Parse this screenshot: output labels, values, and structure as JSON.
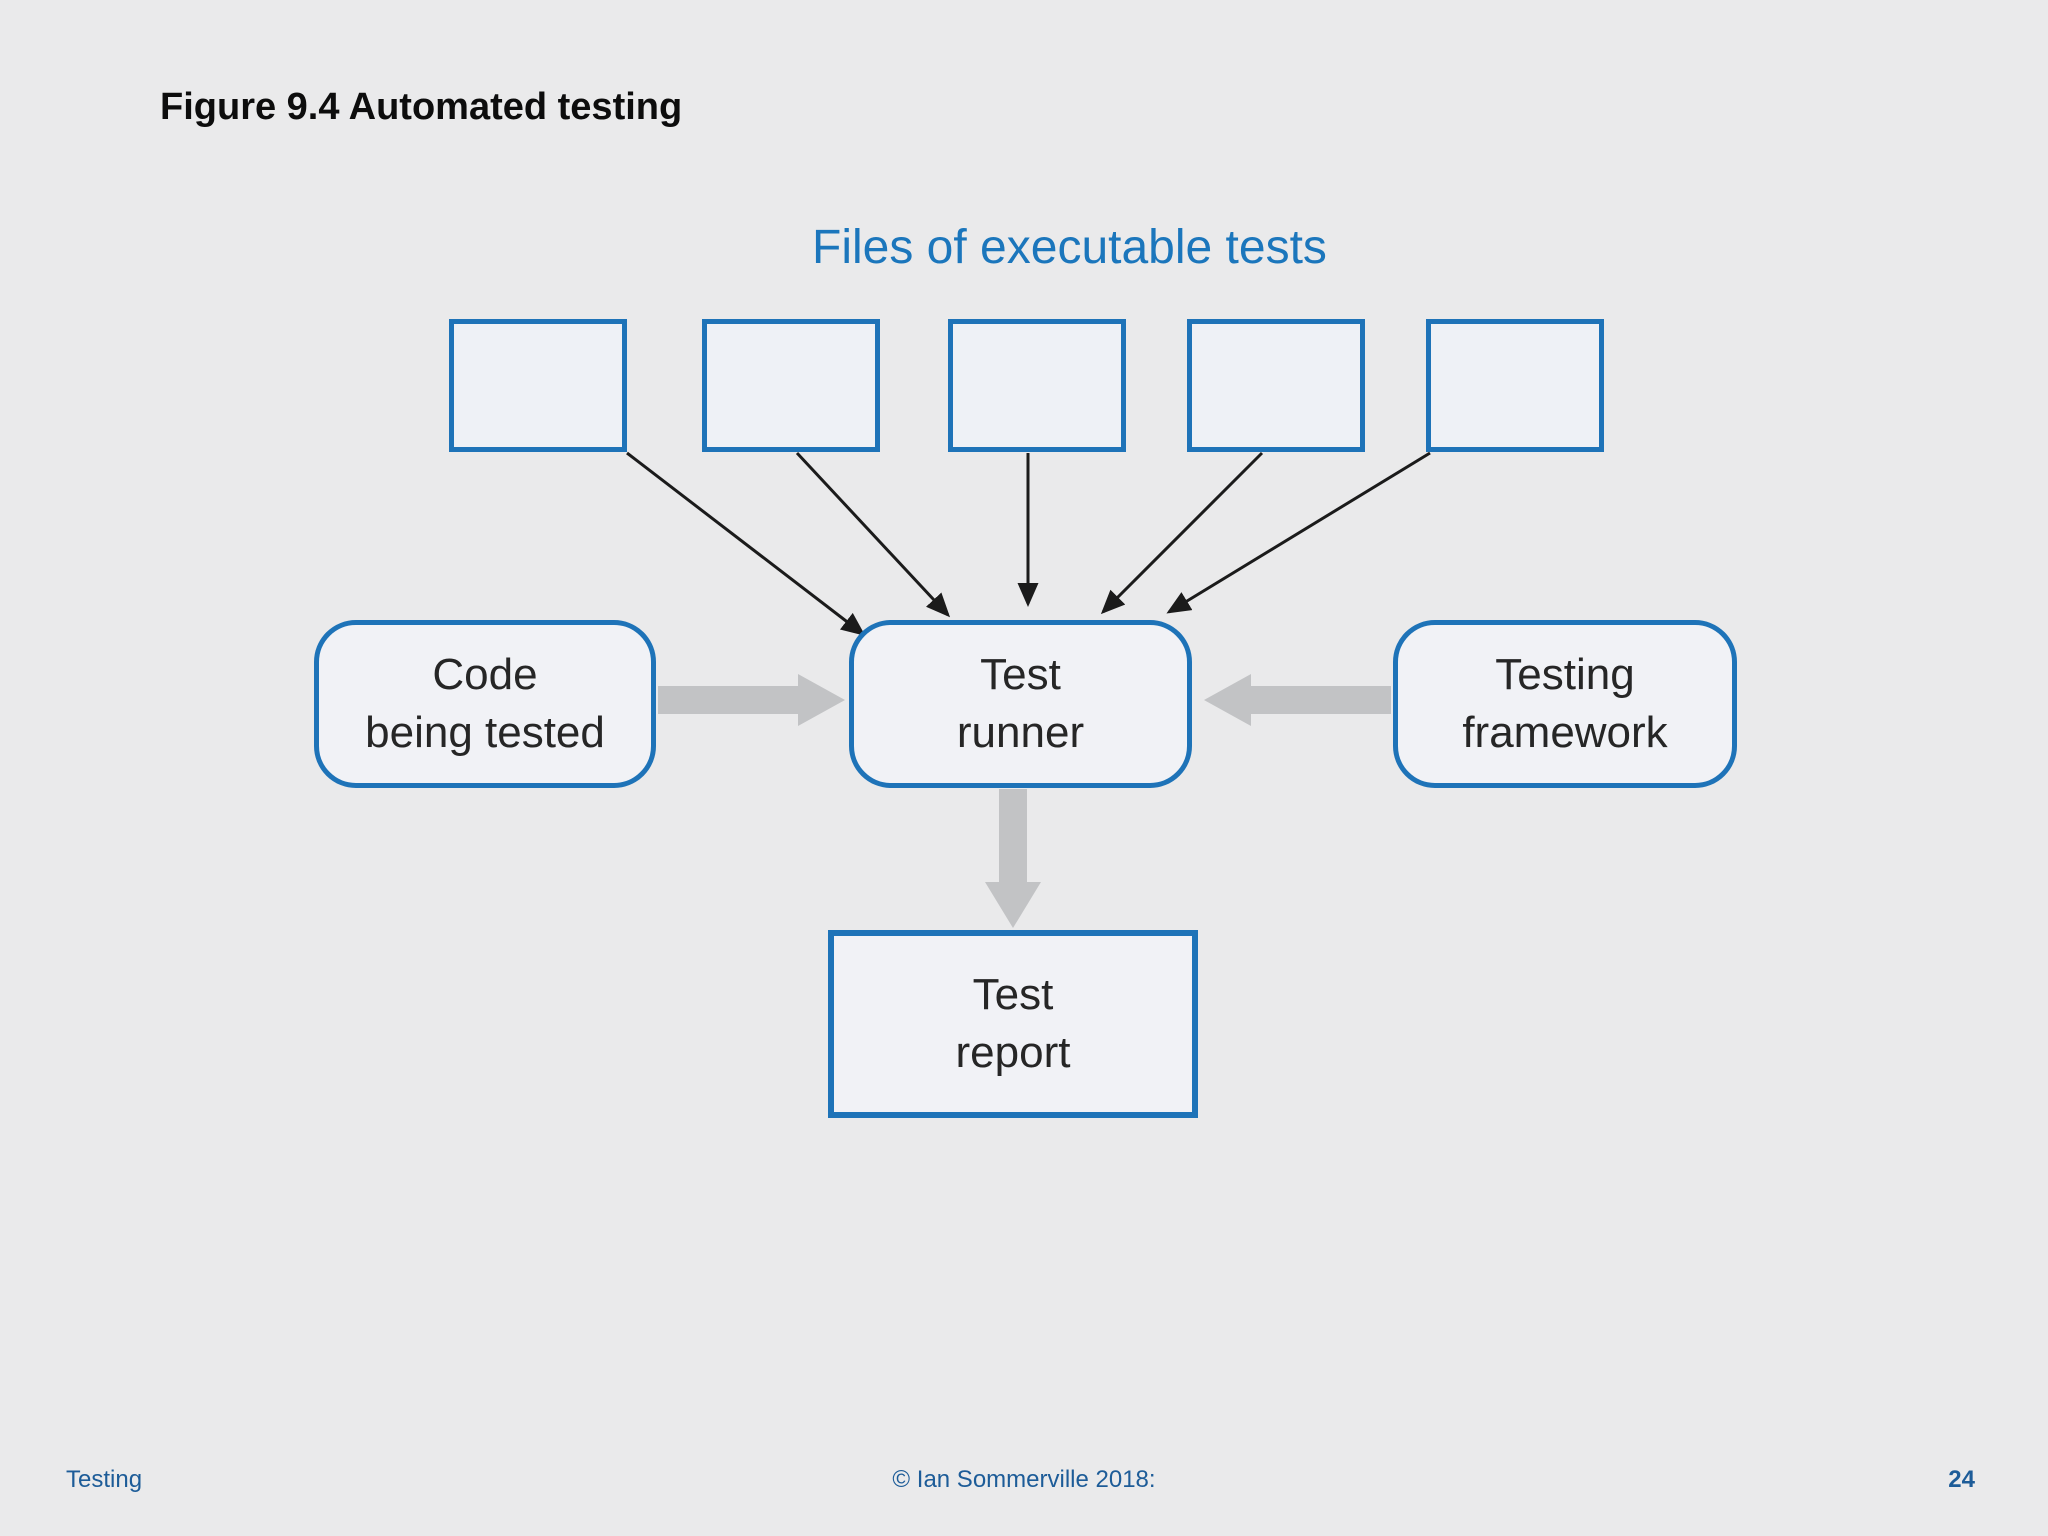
{
  "colors": {
    "bg": "#eaeaeb",
    "accent-blue": "#1e73b8",
    "heading-blue": "#1b76bc",
    "footer-blue": "#1d5c98",
    "node-fill": "#f1f2f6",
    "file-fill": "#eef1f6",
    "gray-arrow": "#c2c3c5",
    "thin-arrow": "#1b1b1b",
    "text-dark": "#262626",
    "title-black": "#0d0d0d"
  },
  "title": "Figure 9.4 Automated testing",
  "diagram": {
    "heading": "Files of executable tests",
    "file_count": 5,
    "nodes": {
      "code": {
        "line1": "Code",
        "line2": "being tested"
      },
      "runner": {
        "line1": "Test",
        "line2": "runner"
      },
      "framework": {
        "line1": "Testing",
        "line2": "framework"
      },
      "report": {
        "line1": "Test",
        "line2": "report"
      }
    },
    "edges": [
      {
        "from": "executable-test-file-1",
        "to": "test-runner",
        "style": "thin-black"
      },
      {
        "from": "executable-test-file-2",
        "to": "test-runner",
        "style": "thin-black"
      },
      {
        "from": "executable-test-file-3",
        "to": "test-runner",
        "style": "thin-black"
      },
      {
        "from": "executable-test-file-4",
        "to": "test-runner",
        "style": "thin-black"
      },
      {
        "from": "executable-test-file-5",
        "to": "test-runner",
        "style": "thin-black"
      },
      {
        "from": "code-being-tested",
        "to": "test-runner",
        "style": "thick-gray"
      },
      {
        "from": "testing-framework",
        "to": "test-runner",
        "style": "thick-gray"
      },
      {
        "from": "test-runner",
        "to": "test-report",
        "style": "thick-gray"
      }
    ]
  },
  "footer": {
    "left": "Testing",
    "center": "© Ian Sommerville 2018:",
    "page": "24"
  }
}
